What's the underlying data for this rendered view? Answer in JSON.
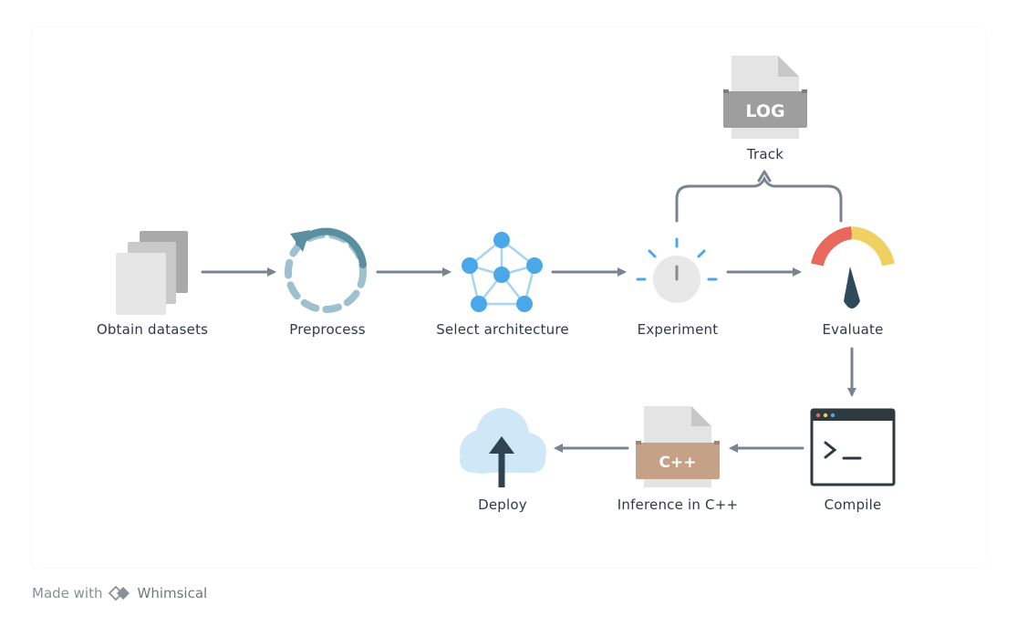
{
  "nodes": {
    "obtain_datasets": "Obtain datasets",
    "preprocess": "Preprocess",
    "select_architecture": "Select architecture",
    "experiment": "Experiment",
    "evaluate": "Evaluate",
    "track": "Track",
    "compile": "Compile",
    "inference": "Inference in C++",
    "deploy": "Deploy"
  },
  "icon_text": {
    "log": "LOG",
    "cpp": "C++"
  },
  "footer": {
    "made_with": "Made with",
    "brand": "Whimsical"
  },
  "icons": {
    "obtain_datasets": "stacked-pages-icon",
    "preprocess": "circular-arrow-icon",
    "select_architecture": "network-graph-icon",
    "experiment": "knob-icon",
    "evaluate": "gauge-icon",
    "track": "log-file-icon",
    "compile": "terminal-icon",
    "inference": "cpp-file-icon",
    "deploy": "cloud-upload-icon"
  },
  "colors": {
    "arrow": "#7a8490",
    "label": "#2f3a48",
    "accent_blue": "#4aa8e8",
    "teal": "#5a8fa0",
    "gauge_red": "#e8685e",
    "gauge_yellow": "#f0d060",
    "needle": "#2e4a5a",
    "cpp_band": "#c4a187",
    "log_band": "#9e9e9e",
    "cloud": "#cfe8f8"
  }
}
